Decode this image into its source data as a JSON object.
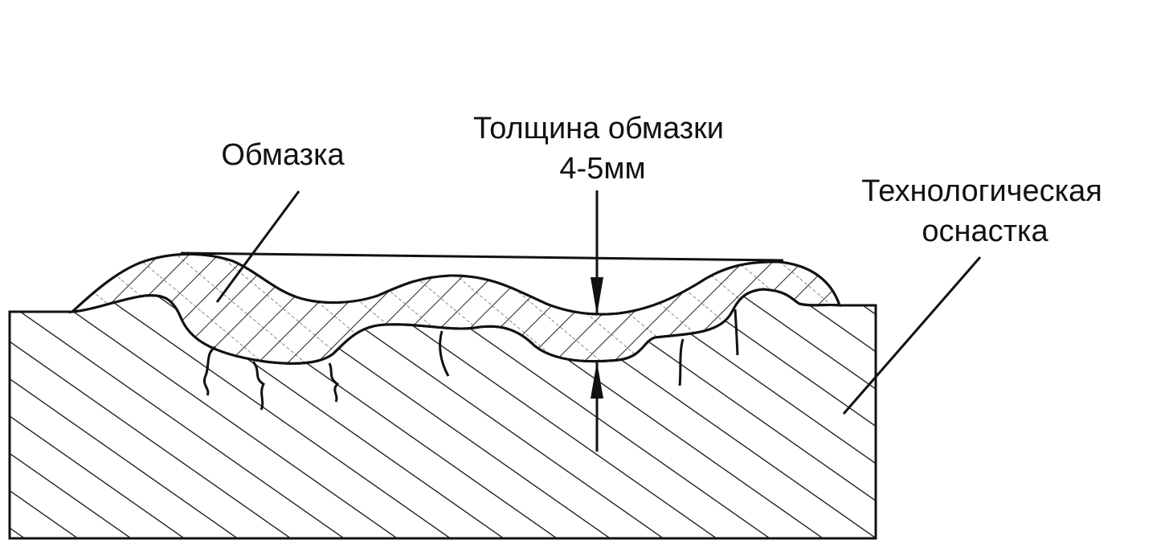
{
  "labels": {
    "coating": "Обмазка",
    "thickness_line1": "Толщина обмазки",
    "thickness_line2": "4-5мм",
    "tooling_line1": "Технологическая",
    "tooling_line2": "оснастка"
  },
  "colors": {
    "ink": "#111111",
    "background": "#ffffff"
  }
}
